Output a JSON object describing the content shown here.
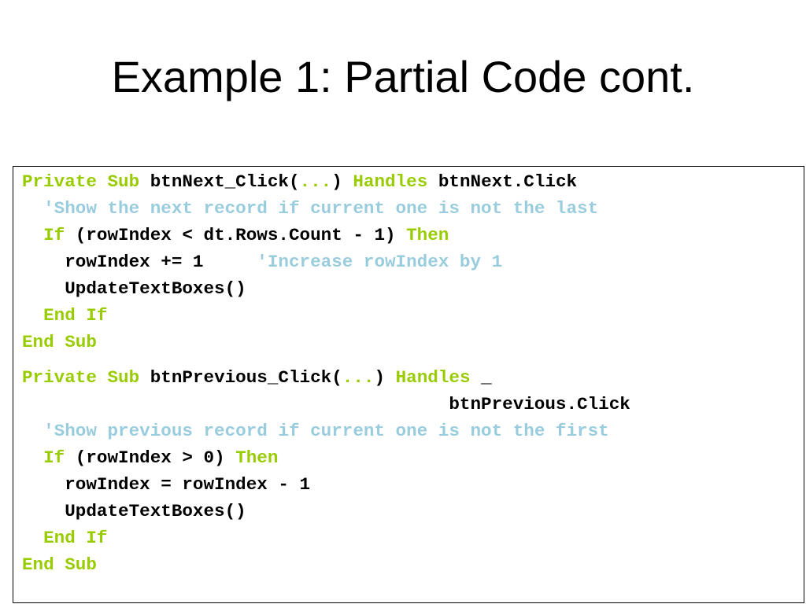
{
  "slide": {
    "title": "Example 1: Partial Code cont."
  },
  "code": {
    "lines": [
      [
        {
          "text": "Private Sub",
          "kind": "keyword"
        },
        {
          "text": " btnNext_Click(",
          "kind": "text"
        },
        {
          "text": "...",
          "kind": "keyword"
        },
        {
          "text": ") ",
          "kind": "text"
        },
        {
          "text": "Handles",
          "kind": "keyword"
        },
        {
          "text": " btnNext.Click",
          "kind": "text"
        }
      ],
      [
        {
          "text": "  ",
          "kind": "text"
        },
        {
          "text": "'Show the next record if current one is not the last",
          "kind": "comment"
        }
      ],
      [
        {
          "text": "  ",
          "kind": "text"
        },
        {
          "text": "If",
          "kind": "keyword"
        },
        {
          "text": " (rowIndex < dt.Rows.Count - 1) ",
          "kind": "text"
        },
        {
          "text": "Then",
          "kind": "keyword"
        }
      ],
      [
        {
          "text": "    rowIndex += 1     ",
          "kind": "text"
        },
        {
          "text": "'Increase rowIndex by 1",
          "kind": "comment"
        }
      ],
      [
        {
          "text": "    UpdateTextBoxes()",
          "kind": "text"
        }
      ],
      [
        {
          "text": "  ",
          "kind": "text"
        },
        {
          "text": "End If",
          "kind": "keyword"
        }
      ],
      [
        {
          "text": "End Sub",
          "kind": "keyword"
        }
      ],
      [
        {
          "text": "Private Sub",
          "kind": "keyword"
        },
        {
          "text": " btnPrevious_Click(",
          "kind": "text"
        },
        {
          "text": "...",
          "kind": "keyword"
        },
        {
          "text": ") ",
          "kind": "text"
        },
        {
          "text": "Handles",
          "kind": "keyword"
        },
        {
          "text": " _",
          "kind": "text"
        }
      ],
      [
        {
          "text": "                                        btnPrevious.Click",
          "kind": "text"
        }
      ],
      [
        {
          "text": "  ",
          "kind": "text"
        },
        {
          "text": "'Show previous record if current one is not the first",
          "kind": "comment"
        }
      ],
      [
        {
          "text": "  ",
          "kind": "text"
        },
        {
          "text": "If",
          "kind": "keyword"
        },
        {
          "text": " (rowIndex > 0) ",
          "kind": "text"
        },
        {
          "text": "Then",
          "kind": "keyword"
        }
      ],
      [
        {
          "text": "    rowIndex = rowIndex - 1",
          "kind": "text"
        }
      ],
      [
        {
          "text": "    UpdateTextBoxes()",
          "kind": "text"
        }
      ],
      [
        {
          "text": "  ",
          "kind": "text"
        },
        {
          "text": "End If",
          "kind": "keyword"
        }
      ],
      [
        {
          "text": "End Sub",
          "kind": "keyword"
        }
      ]
    ]
  },
  "colors": {
    "keyword": "#99cc00",
    "comment": "#99ccdd",
    "text": "#000000",
    "background": "#ffffff",
    "border": "#000000"
  }
}
